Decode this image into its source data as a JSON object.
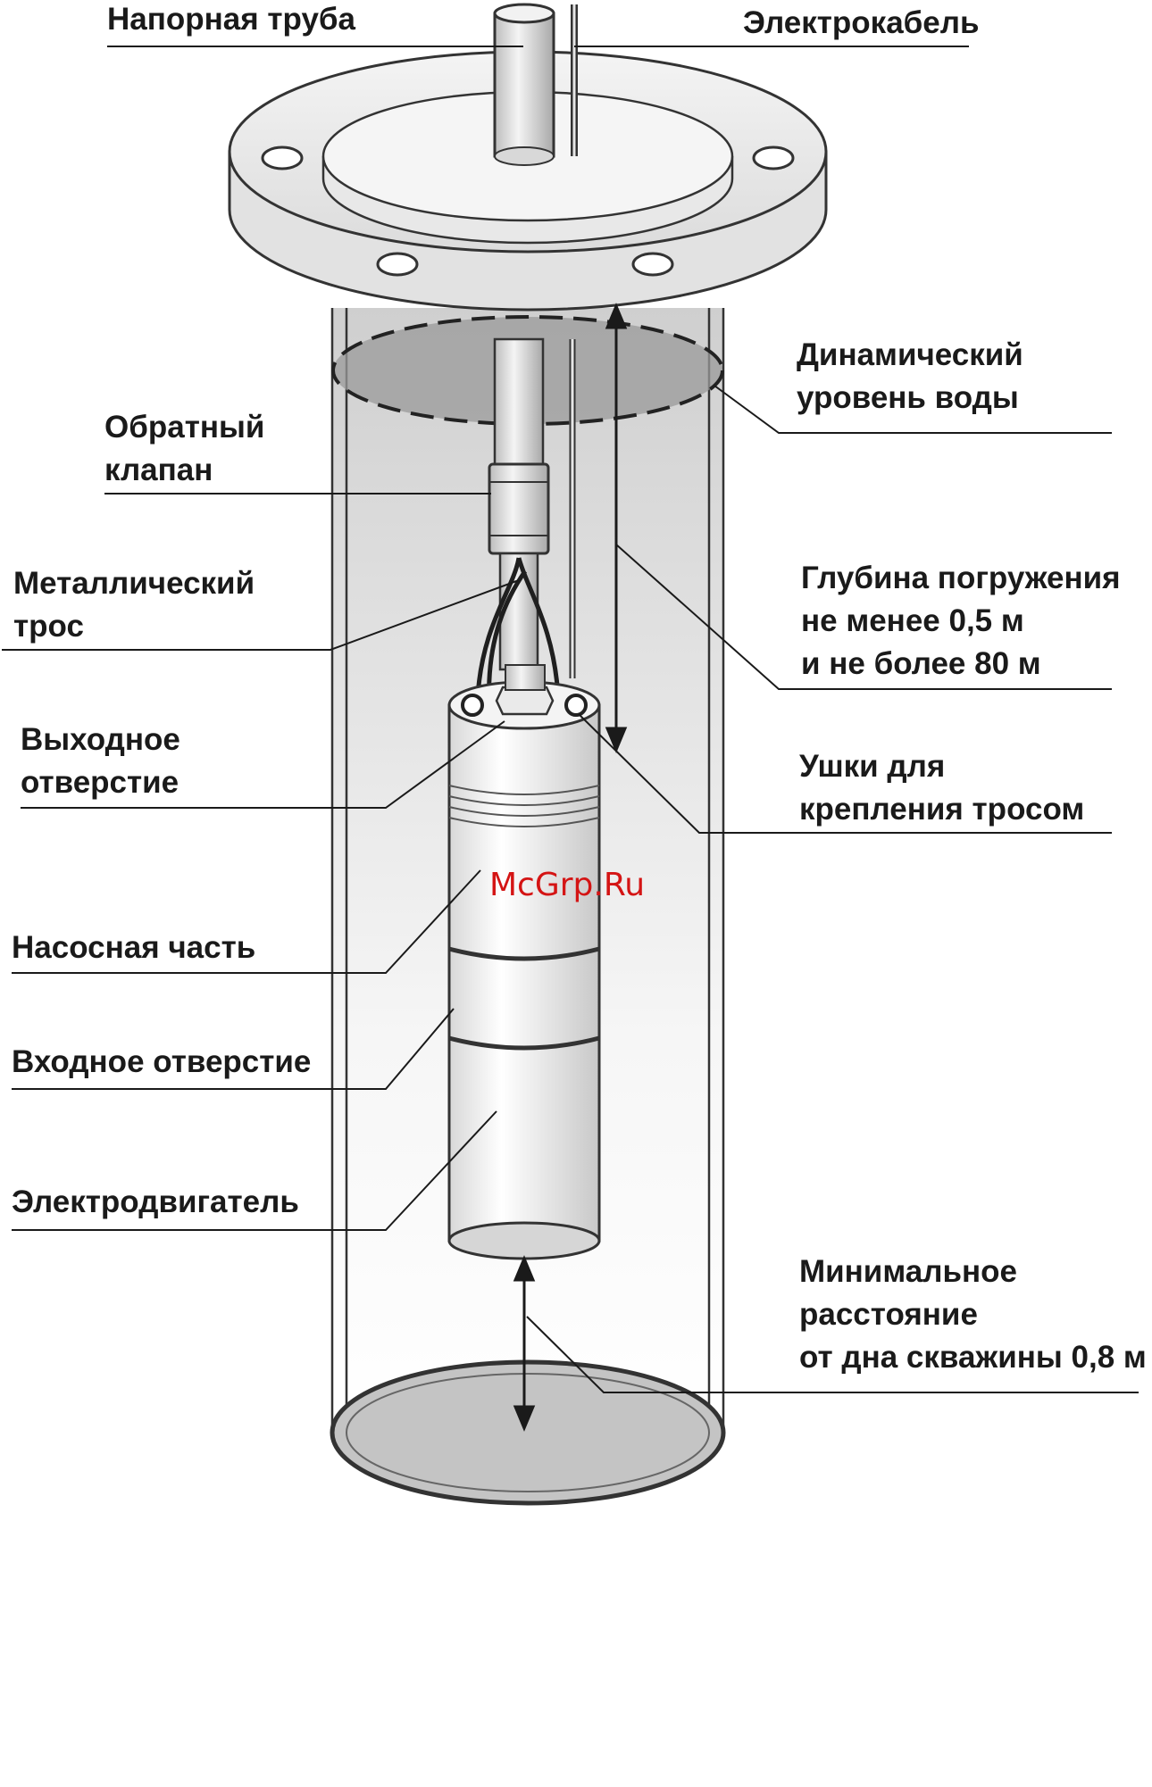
{
  "labels": {
    "pressure_pipe": "Напорная труба",
    "cable": "Электрокабель",
    "dynamic_level_1": "Динамический",
    "dynamic_level_2": "уровень воды",
    "check_valve_1": "Обратный",
    "check_valve_2": "клапан",
    "metal_rope_1": "Металлический",
    "metal_rope_2": "трос",
    "depth_1": "Глубина погружения",
    "depth_2": "не менее 0,5 м",
    "depth_3": "и не более 80 м",
    "outlet_1": "Выходное",
    "outlet_2": "отверстие",
    "lugs_1": "Ушки для",
    "lugs_2": "крепления тросом",
    "pump_part": "Насосная часть",
    "inlet": "Входное отверстие",
    "motor": "Электродвигатель",
    "min_dist_1": "Минимальное",
    "min_dist_2": "расстояние",
    "min_dist_3": "от дна скважины 0,8 м"
  },
  "watermark": "McGrp.Ru",
  "colors": {
    "text": "#1a1a1a",
    "watermark": "#d41414",
    "casing_fill": "#eeeeee",
    "water_level": "#9a9a9a",
    "bottom": "#c4c4c4"
  }
}
